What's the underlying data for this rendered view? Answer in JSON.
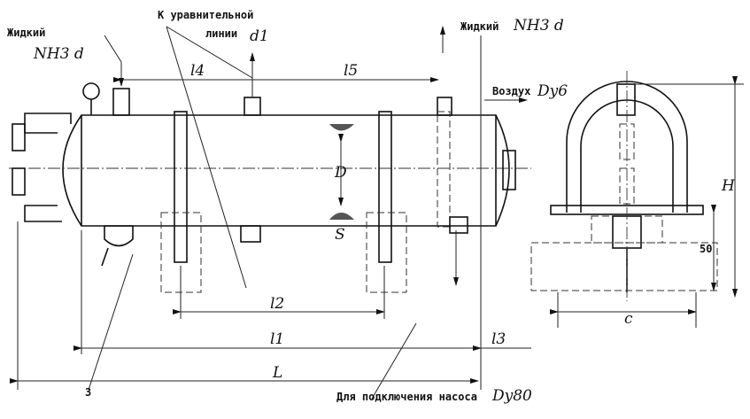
{
  "labels": {
    "liquid_nh3_left": "Жидкий",
    "liquid_nh3_left_sym": "NH3 d",
    "equalizing_line": "К уравнительной",
    "equalizing_line_2": "линии",
    "equalizing_sym": "d1",
    "liquid_nh3_right": "Жидкий",
    "liquid_nh3_right_sym": "NH3 d",
    "air": "Воздух",
    "air_sym": "Dy6",
    "pump": "Для подключения насоса",
    "pump_sym": "Dy80"
  },
  "dimensions": {
    "l1": "l1",
    "l2": "l2",
    "l3": "l3",
    "l4": "l4",
    "l5": "l5",
    "L": "L",
    "D": "D",
    "S": "S",
    "H": "H",
    "h50": "50",
    "c": "c",
    "item3": "3"
  }
}
